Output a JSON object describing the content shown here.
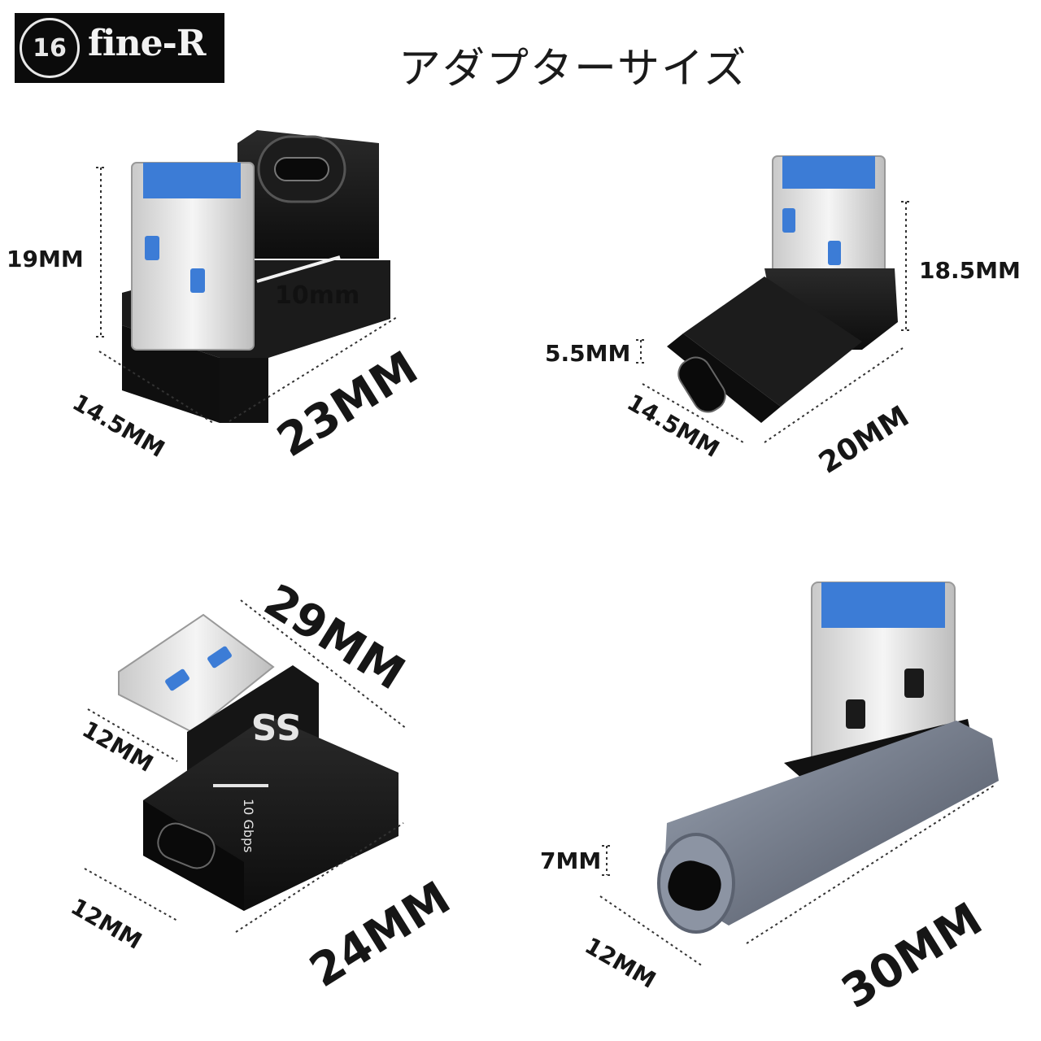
{
  "logo": {
    "badge_text": "16",
    "brand_text": "fine-R"
  },
  "title": "アダプターサイズ",
  "adapters": [
    {
      "dims": [
        "19MM",
        "14.5MM",
        "23MM"
      ],
      "label": "10mm"
    },
    {
      "dims": [
        "18.5MM",
        "5.5MM",
        "14.5MM",
        "20MM"
      ]
    },
    {
      "dims": [
        "29MM",
        "12MM",
        "12MM",
        "24MM"
      ],
      "label": "SS 10 Gbps"
    },
    {
      "dims": [
        "7MM",
        "12MM",
        "30MM"
      ]
    }
  ],
  "colors": {
    "black": "#161616",
    "blue": "#3c7cd6",
    "silver": "#d9d9d9",
    "gray_alu": "#6b7280"
  }
}
